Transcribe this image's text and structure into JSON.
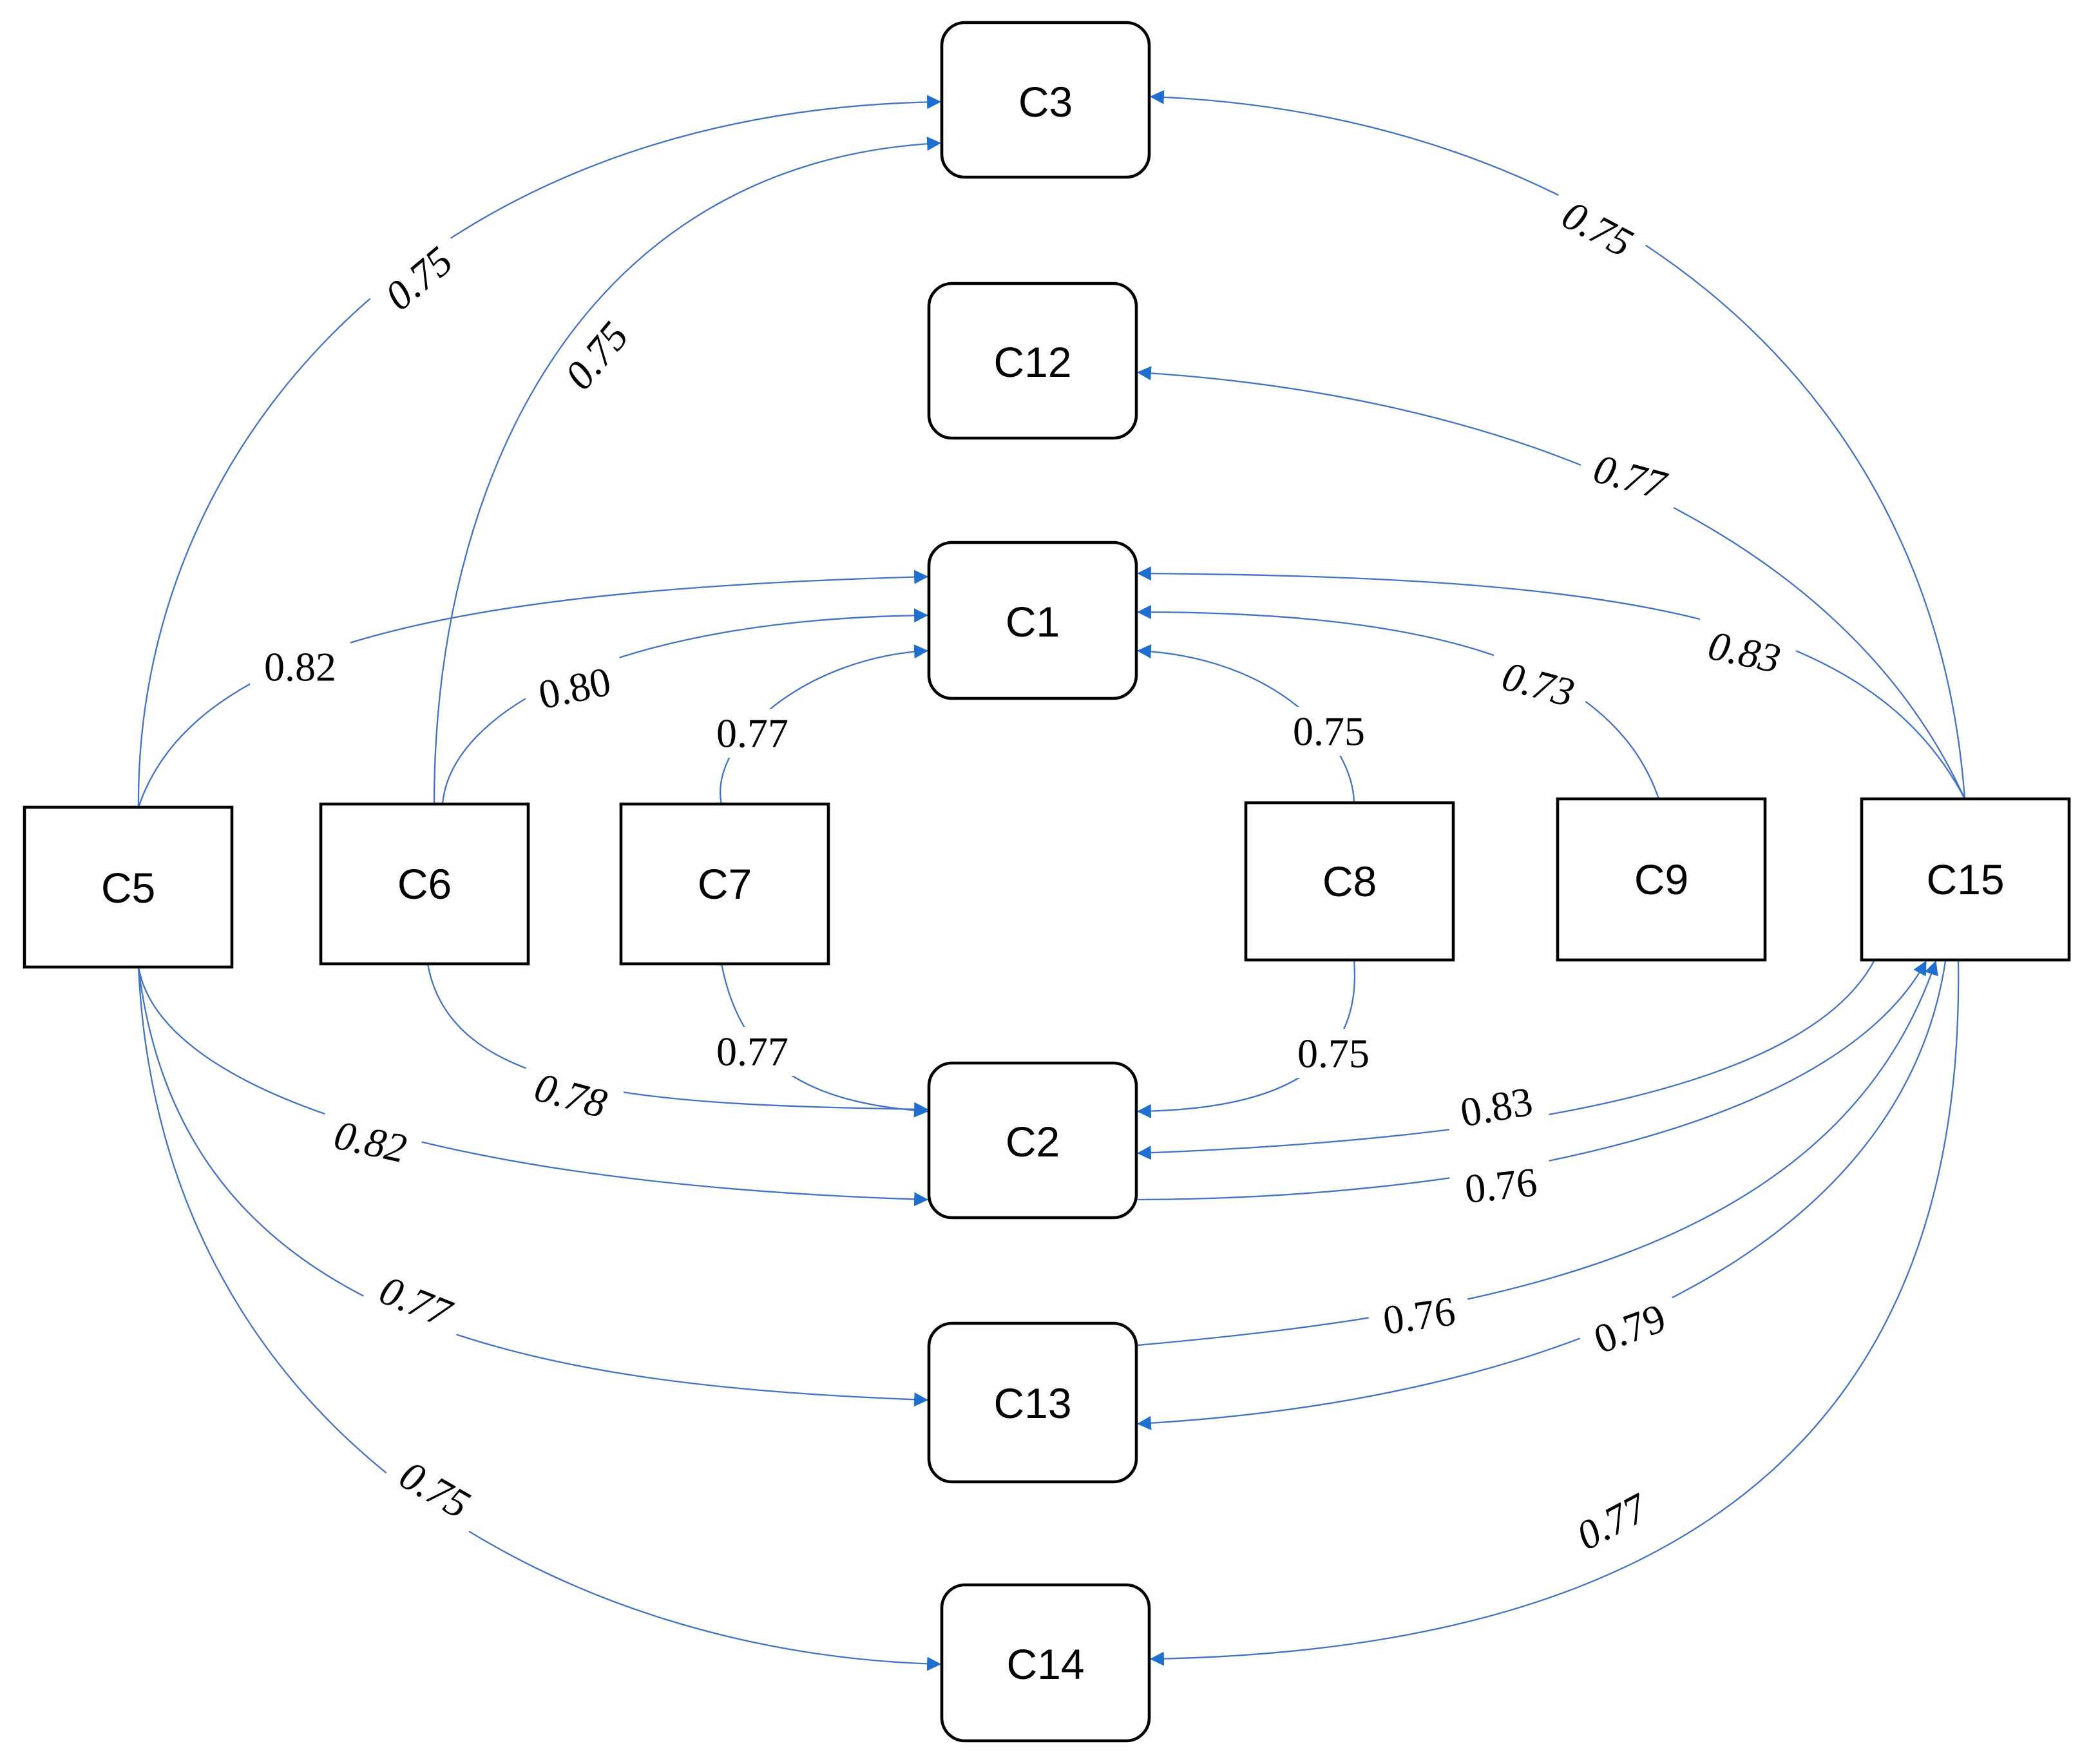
{
  "colors": {
    "edge": "#4472C4",
    "arrowhead": "#1F6FD0",
    "box_border": "#000000",
    "background": "#FFFFFF"
  },
  "nodes": [
    {
      "id": "C3",
      "label": "C3",
      "shape": "rounded"
    },
    {
      "id": "C12",
      "label": "C12",
      "shape": "rounded"
    },
    {
      "id": "C1",
      "label": "C1",
      "shape": "rounded"
    },
    {
      "id": "C2",
      "label": "C2",
      "shape": "rounded"
    },
    {
      "id": "C13",
      "label": "C13",
      "shape": "rounded"
    },
    {
      "id": "C14",
      "label": "C14",
      "shape": "rounded"
    },
    {
      "id": "C5",
      "label": "C5",
      "shape": "rect"
    },
    {
      "id": "C6",
      "label": "C6",
      "shape": "rect"
    },
    {
      "id": "C7",
      "label": "C7",
      "shape": "rect"
    },
    {
      "id": "C8",
      "label": "C8",
      "shape": "rect"
    },
    {
      "id": "C9",
      "label": "C9",
      "shape": "rect"
    },
    {
      "id": "C15",
      "label": "C15",
      "shape": "rect"
    }
  ],
  "edges": [
    {
      "from": "C5",
      "to": "C3",
      "weight": "0.75"
    },
    {
      "from": "C6",
      "to": "C3",
      "weight": "0.75"
    },
    {
      "from": "C15",
      "to": "C3",
      "weight": "0.75"
    },
    {
      "from": "C15",
      "to": "C12",
      "weight": "0.77"
    },
    {
      "from": "C5",
      "to": "C1",
      "weight": "0.82"
    },
    {
      "from": "C6",
      "to": "C1",
      "weight": "0.80"
    },
    {
      "from": "C7",
      "to": "C1",
      "weight": "0.77"
    },
    {
      "from": "C8",
      "to": "C1",
      "weight": "0.75"
    },
    {
      "from": "C9",
      "to": "C1",
      "weight": "0.73"
    },
    {
      "from": "C15",
      "to": "C1",
      "weight": "0.83"
    },
    {
      "from": "C6",
      "to": "C2",
      "weight": "0.78"
    },
    {
      "from": "C7",
      "to": "C2",
      "weight": "0.77"
    },
    {
      "from": "C8",
      "to": "C2",
      "weight": "0.75"
    },
    {
      "from": "C5",
      "to": "C2",
      "weight": "0.82"
    },
    {
      "from": "C15",
      "to": "C2",
      "weight": "0.83"
    },
    {
      "from": "C2",
      "to": "C15",
      "weight": "0.76"
    },
    {
      "from": "C13",
      "to": "C15",
      "weight": "0.76"
    },
    {
      "from": "C15",
      "to": "C13",
      "weight": "0.79"
    },
    {
      "from": "C5",
      "to": "C13",
      "weight": "0.77"
    },
    {
      "from": "C5",
      "to": "C14",
      "weight": "0.75"
    },
    {
      "from": "C15",
      "to": "C14",
      "weight": "0.77"
    }
  ]
}
